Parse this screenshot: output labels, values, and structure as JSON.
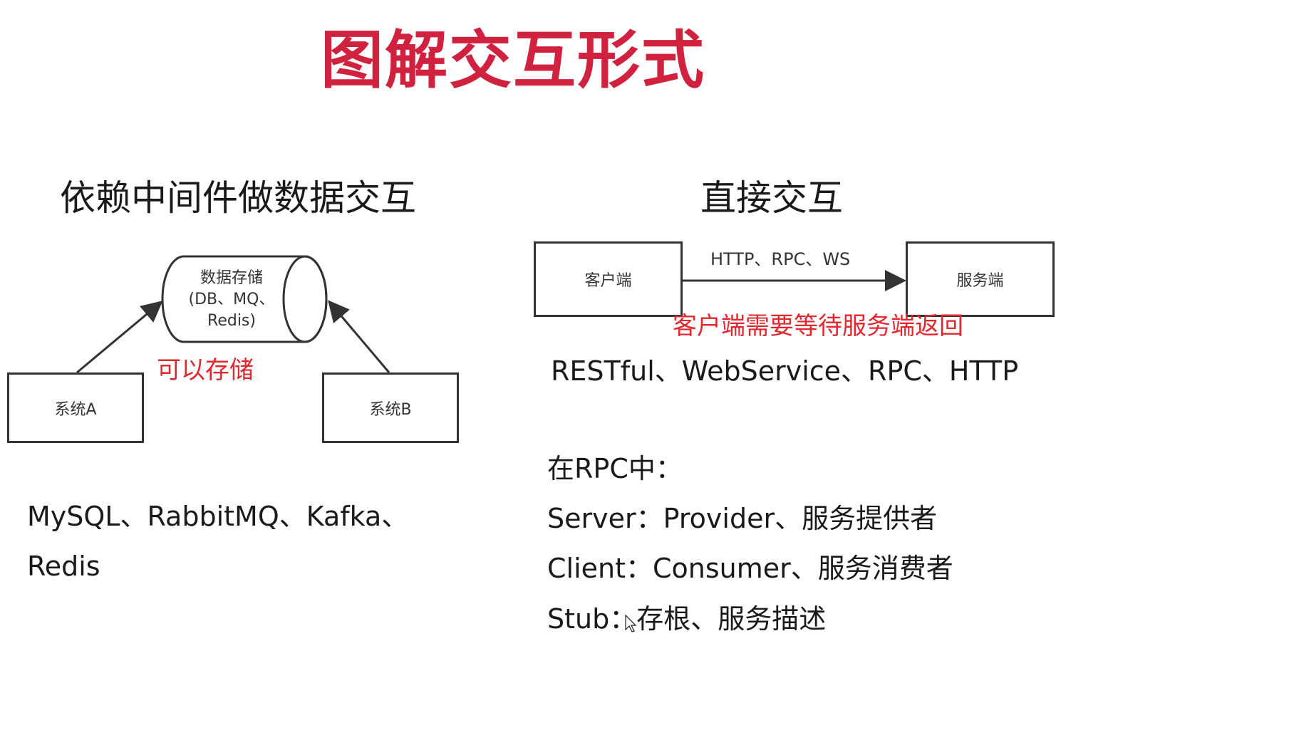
{
  "title": "图解交互形式",
  "left": {
    "heading": "依赖中间件做数据交互",
    "storage_label_line1": "数据存储",
    "storage_label_line2": "(DB、MQ、",
    "storage_label_line3": "Redis)",
    "system_a": "系统A",
    "system_b": "系统B",
    "store_note": "可以存储",
    "examples": "MySQL、RabbitMQ、Kafka、Redis"
  },
  "right": {
    "heading": "直接交互",
    "client": "客户端",
    "server": "服务端",
    "protocols": "HTTP、RPC、WS",
    "wait_note": "客户端需要等待服务端返回",
    "examples": "RESTful、WebService、RPC、HTTP",
    "rpc_title": "在RPC中：",
    "rpc_server": "Server：Provider、服务提供者",
    "rpc_client": "Client：Consumer、服务消费者",
    "rpc_stub": "Stub：存根、服务描述"
  },
  "colors": {
    "title": "#d0223f",
    "note": "#e0282e",
    "line": "#333333"
  },
  "icons": {
    "cursor": "mouse-pointer-icon"
  }
}
